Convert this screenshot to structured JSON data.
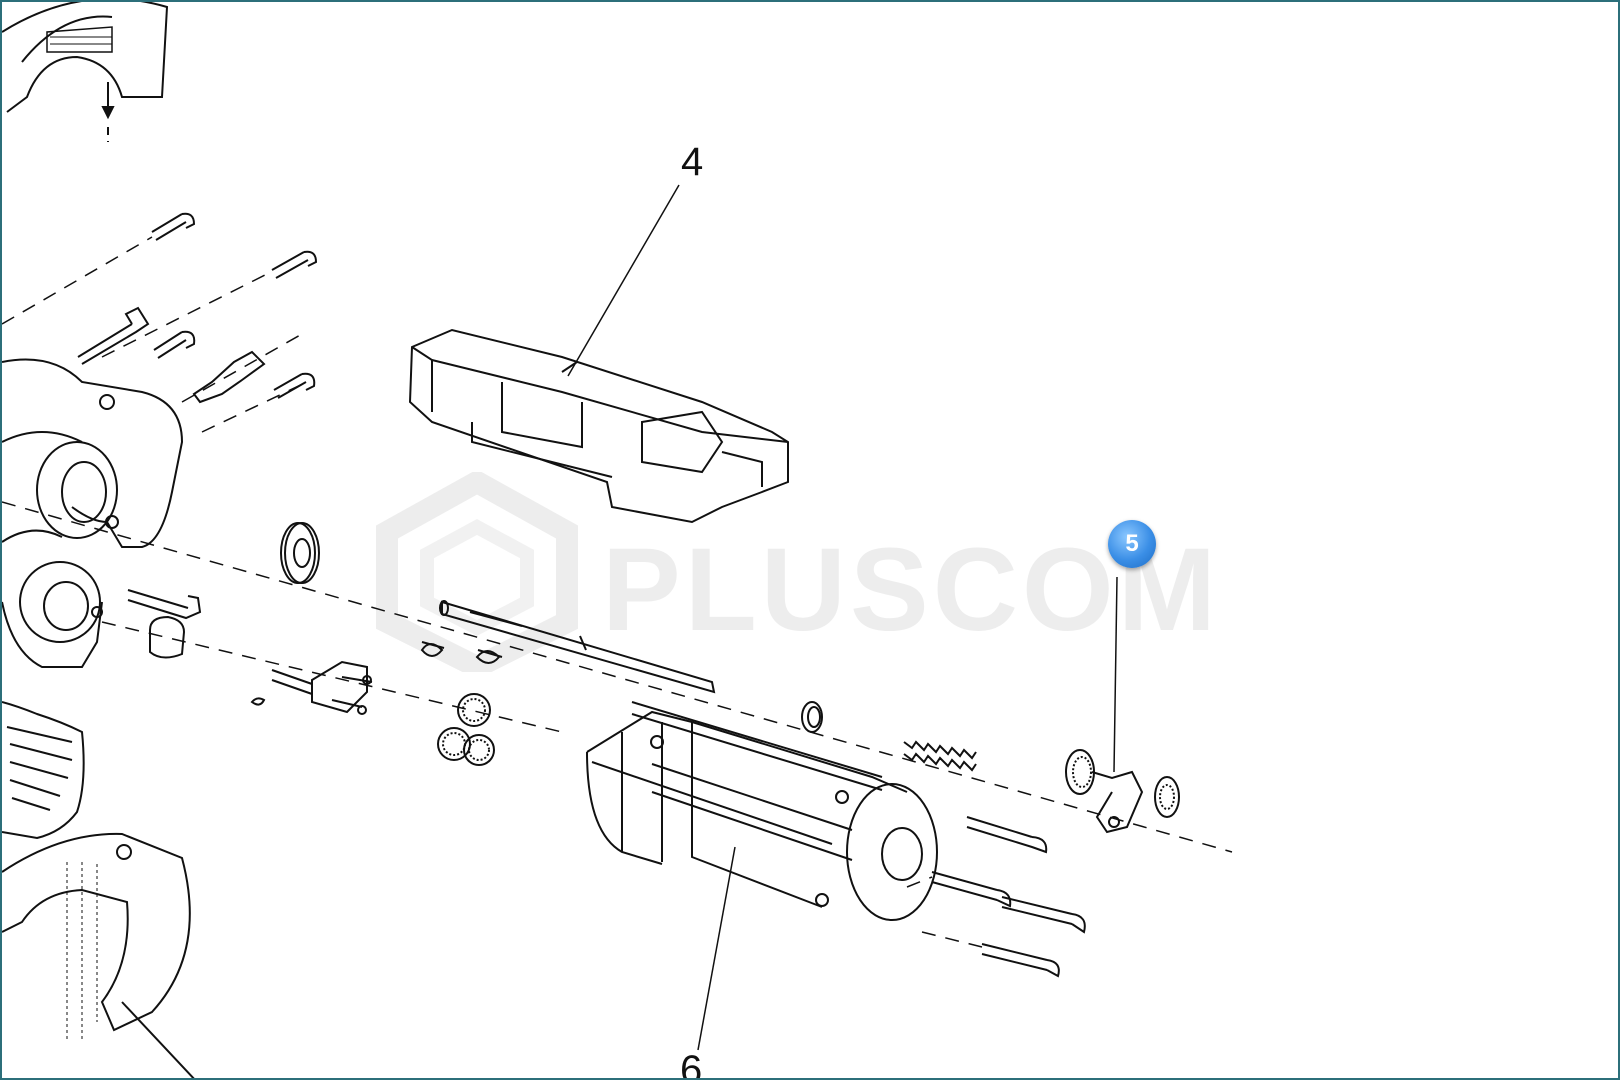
{
  "labels": {
    "part_4": "4",
    "part_5": "5",
    "part_6": "6"
  },
  "watermark": {
    "text": "PLUSCOM"
  },
  "colors": {
    "line": "#111111",
    "badge": "#3a8ee6",
    "frame": "#2c6f7a",
    "watermark": "#bebebe"
  }
}
